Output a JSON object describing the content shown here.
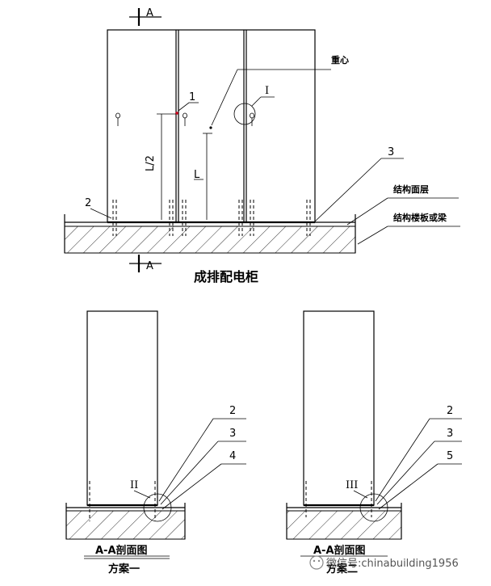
{
  "colors": {
    "line": "#000000",
    "accent": "#d0021b",
    "watermark": "#555555"
  },
  "section_mark": "A",
  "label_2": "2",
  "label_3": "3",
  "label_1": "1",
  "label_4": "4",
  "label_5": "5",
  "roman_1": "I",
  "roman_2": "II",
  "roman_3": "III",
  "gravity_center": "重心",
  "surface_layer": "结构面层",
  "slab_or_beam": "结构楼板或梁",
  "dim_l2": "L/2",
  "dim_l": "L",
  "title_main": "成排配电柜",
  "section_title": "A-A剖面图",
  "scheme_1": "方案一",
  "scheme_2": "方案二",
  "watermark": "微信号:chinabuilding1956"
}
